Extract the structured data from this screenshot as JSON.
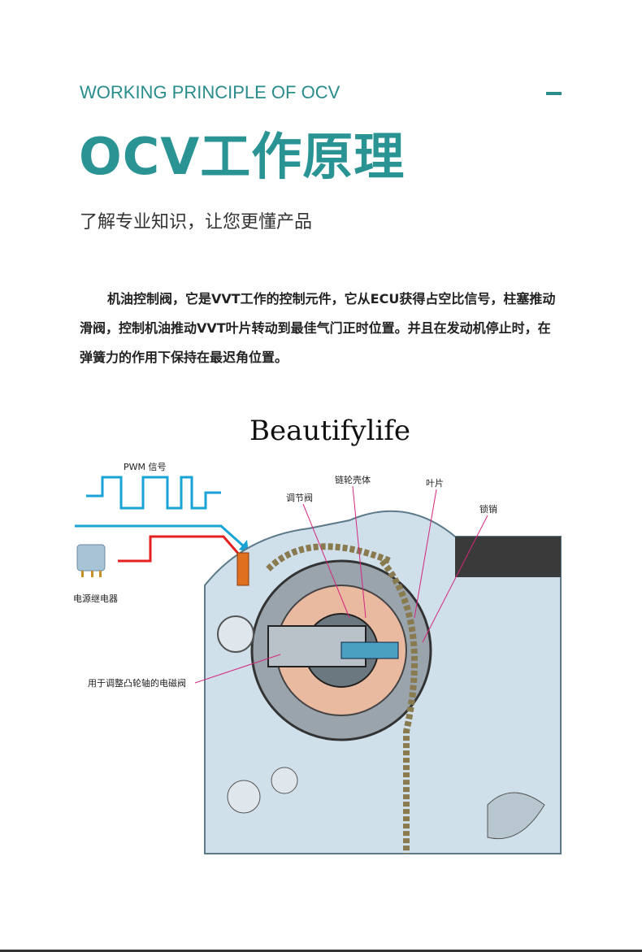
{
  "header": {
    "en_title": "WORKING PRINCIPLE OF OCV",
    "title": "OCV工作原理",
    "subtitle": "了解专业知识，让您更懂产品",
    "accent_color": "#2a9494"
  },
  "body": {
    "paragraph": "机油控制阀，它是VVT工作的控制元件，它从ECU获得占空比信号，柱塞推动滑阀，控制机油推动VVT叶片转动到最佳气门正时位置。并且在发动机停止时，在弹簧力的作用下保持在最迟角位置。"
  },
  "diagram": {
    "brand_watermark": "Beautifylife",
    "labels": {
      "pwm": "PWM 信号",
      "relay": "电源继电器",
      "solenoid": "用于调整凸轮轴的电磁阀",
      "regulating_valve": "调节阀",
      "sprocket_housing": "链轮壳体",
      "vane": "叶片",
      "lock_pin": "锁销"
    }
  }
}
